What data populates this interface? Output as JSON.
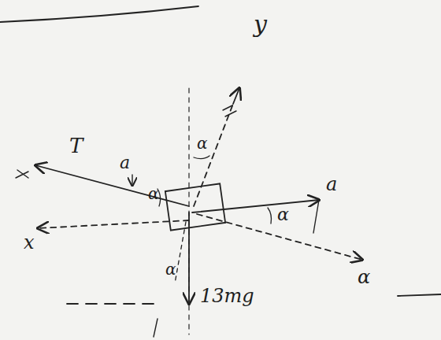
{
  "diagram": {
    "labels": [
      "y",
      "T",
      "a",
      "α",
      "a",
      "α",
      "x",
      "α",
      "α",
      "13mg",
      "α"
    ]
  }
}
